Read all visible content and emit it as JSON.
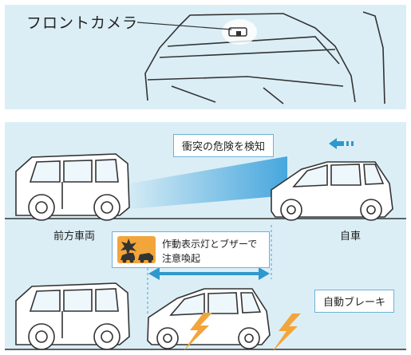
{
  "top_panel": {
    "camera_label": "フロントカメラ"
  },
  "scenario": {
    "front_vehicle_label": "前方車両",
    "own_vehicle_label": "自車",
    "collision_callout": "衝突の危険を検知",
    "warning_line1": "作動表示灯とブザーで",
    "warning_line2": "注意喚起",
    "brake_callout": "自動ブレーキ"
  },
  "colors": {
    "panel_bg": "#dbeef6",
    "detection_beam": "#3fa3dc",
    "arrow": "#2f98cc",
    "lightning": "#f2a53b",
    "warning_icon_bg": "#f2a53b"
  },
  "icons": [
    "camera-icon",
    "lightning-icon",
    "collision-warning-icon",
    "motion-arrow-icon"
  ]
}
